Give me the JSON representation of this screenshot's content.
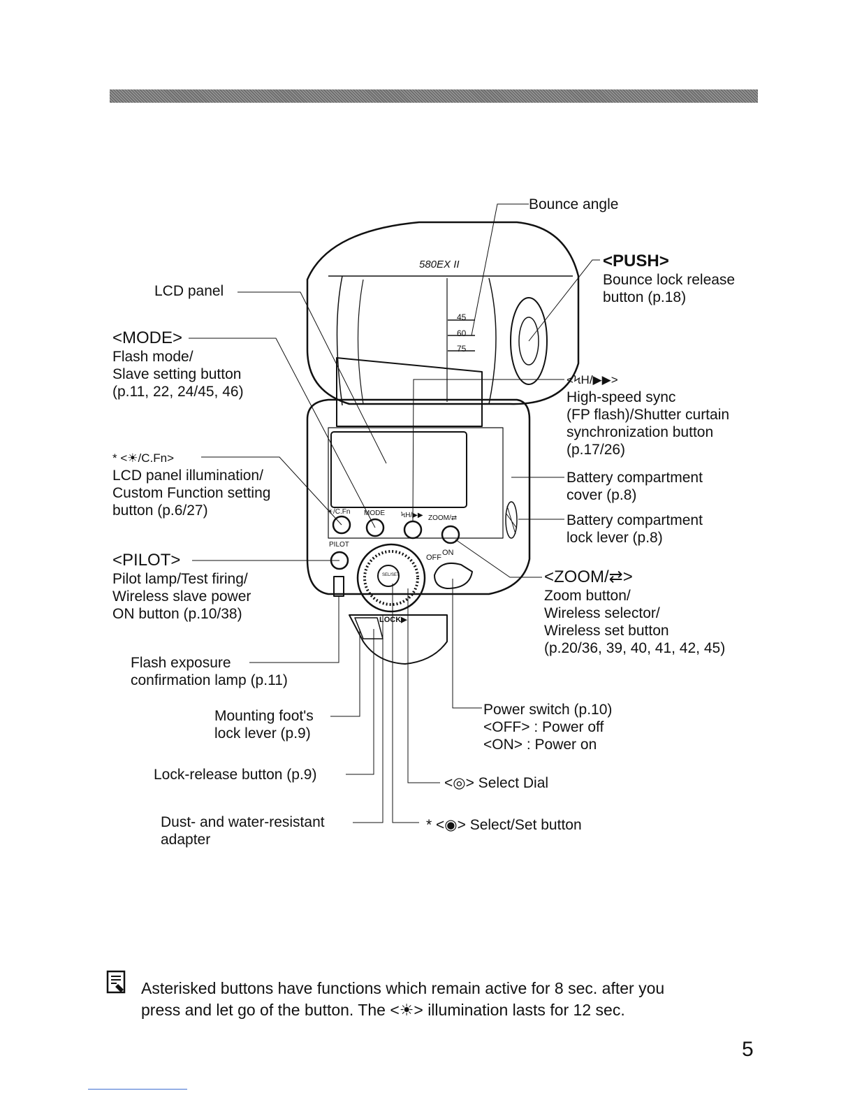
{
  "labels": {
    "bounce_angle": "Bounce angle",
    "push_tag": "<PUSH>",
    "push_line1": "Bounce lock release",
    "push_line2": "button (p.18)",
    "lcd_panel": "LCD panel",
    "mode_tag": "<MODE>",
    "mode_line1": "Flash mode/",
    "mode_line2": "Slave setting button",
    "mode_line3": "(p.11, 22, 24/45, 46)",
    "illum_tag": "* <☀/C.Fn>",
    "illum_line1": "LCD panel illumination/",
    "illum_line2": "Custom Function setting",
    "illum_line3": "button (p.6/27)",
    "pilot_tag": "<PILOT>",
    "pilot_line1": "Pilot lamp/Test firing/",
    "pilot_line2": "Wireless slave power",
    "pilot_line3": "ON button (p.10/38)",
    "fec_line1": "Flash exposure",
    "fec_line2": "confirmation lamp (p.11)",
    "foot_line1": "Mounting foot's",
    "foot_line2": "lock lever (p.9)",
    "lockrel": "Lock-release button (p.9)",
    "dust_line1": "Dust- and water-resistant",
    "dust_line2": "adapter",
    "hss_tag": "<ϞH/▶▶>",
    "hss_line1": "High-speed sync",
    "hss_line2": "(FP flash)/Shutter curtain",
    "hss_line3": "synchronization button",
    "hss_line4": "(p.17/26)",
    "batt_cover_line1": "Battery compartment",
    "batt_cover_line2": "cover (p.8)",
    "batt_lock_line1": "Battery compartment",
    "batt_lock_line2": "lock lever (p.8)",
    "zoom_tag": "<ZOOM/⇄>",
    "zoom_line1": "Zoom button/",
    "zoom_line2": "Wireless selector/",
    "zoom_line3": "Wireless set button",
    "zoom_line4": "(p.20/36, 39, 40, 41, 42, 45)",
    "power_line1": "Power switch (p.10)",
    "power_line2": "<OFF> : Power off",
    "power_line3": "<ON> : Power on",
    "dial": "<◎> Select Dial",
    "set": "* <◉> Select/Set button"
  },
  "device_markings": {
    "model": "580EX II",
    "angles": [
      "45",
      "60",
      "75"
    ],
    "btn_cfn": "☀/C.Fn",
    "btn_mode": "MODE",
    "btn_hss": "ϞH/▶▶",
    "btn_zoom": "ZOOM/⇄",
    "btn_pilot": "PILOT",
    "sel_set": "SEL/SET",
    "off": "OFF",
    "on": "ON",
    "lock": "LOCK▶"
  },
  "note": {
    "line1": "Asterisked buttons have functions which remain active for 8 sec. after you",
    "line2": "press and let go of the button. The <☀> illumination lasts for 12 sec."
  },
  "page_number": "5"
}
